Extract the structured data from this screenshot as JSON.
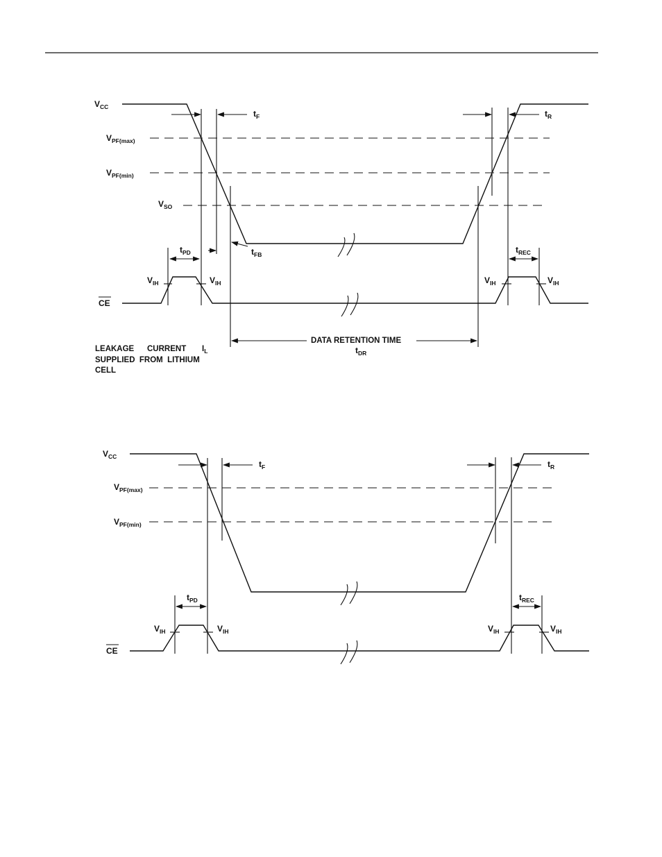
{
  "diagram1": {
    "vcc": "V",
    "vcc_sub": "CC",
    "vpf_max": "V",
    "vpf_max_sub": "PF(max)",
    "vpf_min": "V",
    "vpf_min_sub": "PF(min)",
    "vso": "V",
    "vso_sub": "SO",
    "tf": "t",
    "tf_sub": "F",
    "tr": "t",
    "tr_sub": "R",
    "tfb": "t",
    "tfb_sub": "FB",
    "tpd": "t",
    "tpd_sub": "PD",
    "trec": "t",
    "trec_sub": "REC",
    "vih": "V",
    "vih_sub": "IH",
    "ce": "CE",
    "data_retention": "DATA RETENTION TIME",
    "tdr": "t",
    "tdr_sub": "DR",
    "leakage_line1_word1": "LEAKAGE",
    "leakage_line1_word2": "CURRENT",
    "leakage_line1_word3": "I",
    "leakage_line1_word3_sub": "L",
    "leakage_line2": "SUPPLIED  FROM  LITHIUM",
    "leakage_line3": "CELL"
  },
  "diagram2": {
    "vcc": "V",
    "vcc_sub": "CC",
    "vpf_max": "V",
    "vpf_max_sub": "PF(max)",
    "vpf_min": "V",
    "vpf_min_sub": "PF(min)",
    "tf": "t",
    "tf_sub": "F",
    "tr": "t",
    "tr_sub": "R",
    "tpd": "t",
    "tpd_sub": "PD",
    "trec": "t",
    "trec_sub": "REC",
    "vih": "V",
    "vih_sub": "IH",
    "ce": "CE"
  }
}
